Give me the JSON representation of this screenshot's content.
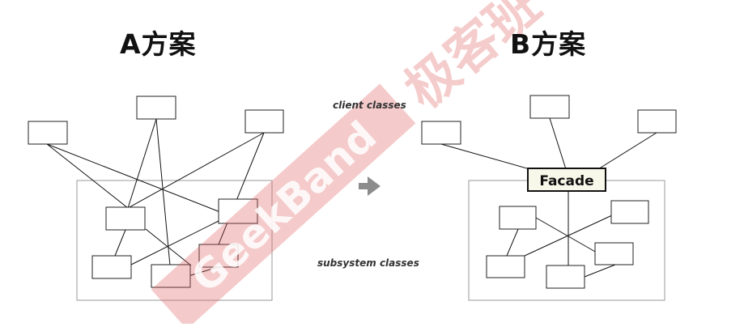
{
  "titles": {
    "a": "A方案",
    "b": "B方案"
  },
  "captions": {
    "client": "client classes",
    "subsystem": "subsystem classes"
  },
  "facade": {
    "label": "Facade"
  },
  "watermark": {
    "band_text": "GeekBand",
    "top_text": "极客班"
  },
  "icons": {
    "arrow": "right-arrow-icon"
  },
  "colors": {
    "line": "#111111",
    "box_border": "#222222",
    "frame": "#9a9a9a",
    "watermark": "#e05a5a",
    "facade_bg": "#f8f8ea",
    "arrow": "#8c8c8c"
  }
}
